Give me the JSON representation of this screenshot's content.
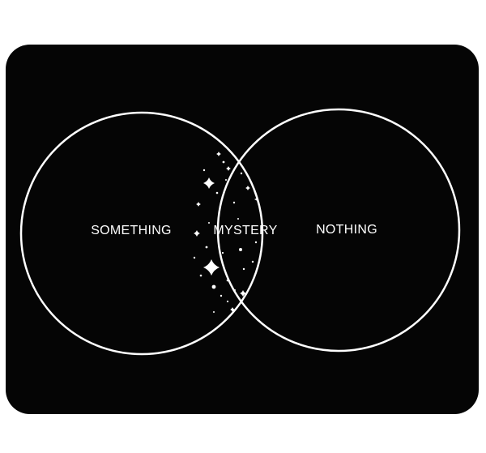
{
  "diagram": {
    "labels": {
      "left": "SOMETHING",
      "center": "MYSTERY",
      "right": "NOTHING"
    },
    "colors": {
      "background": "#050505",
      "stroke": "#ffffff",
      "page": "#ffffff"
    },
    "decoration": "star-field"
  }
}
